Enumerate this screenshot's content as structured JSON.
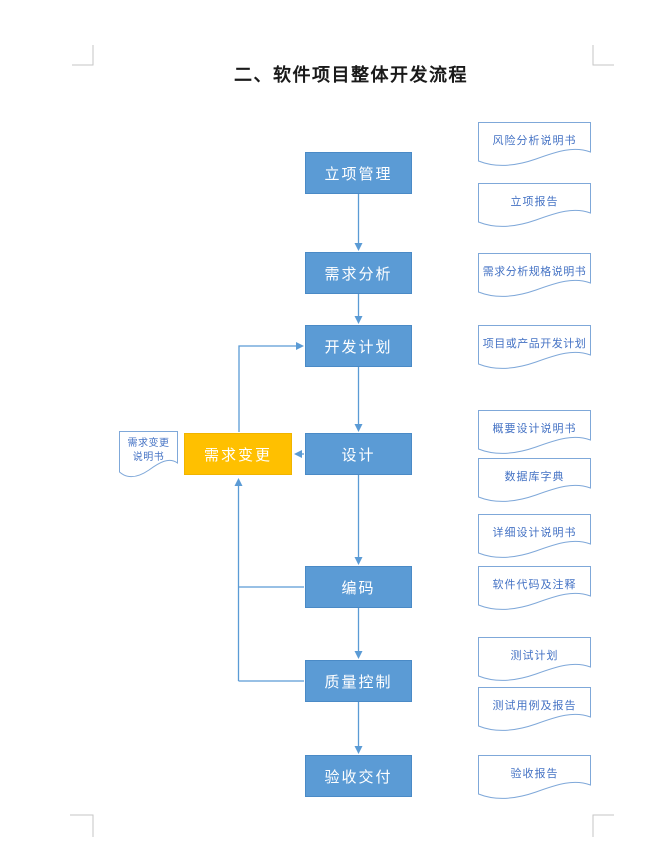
{
  "title": "二、软件项目整体开发流程",
  "flow": {
    "nodes": [
      {
        "label": "立项管理"
      },
      {
        "label": "需求分析"
      },
      {
        "label": "开发计划"
      },
      {
        "label": "设计"
      },
      {
        "label": "编码"
      },
      {
        "label": "质量控制"
      },
      {
        "label": "验收交付"
      }
    ],
    "change_node": {
      "label": "需求变更"
    },
    "left_doc": {
      "line1": "需求变更",
      "line2": "说明书"
    }
  },
  "documents": [
    {
      "label": "风险分析说明书"
    },
    {
      "label": "立项报告"
    },
    {
      "label": "需求分析规格说明书"
    },
    {
      "label": "项目或产品开发计划"
    },
    {
      "label": "概要设计说明书"
    },
    {
      "label": "数据库字典"
    },
    {
      "label": "详细设计说明书"
    },
    {
      "label": "软件代码及注释"
    },
    {
      "label": "测试计划"
    },
    {
      "label": "测试用例及报告"
    },
    {
      "label": "验收报告"
    }
  ],
  "colors": {
    "process_fill": "#5B9BD5",
    "change_fill": "#FFC000",
    "connector": "#5B9BD5",
    "doc_border": "#7FA8D9",
    "doc_text": "#4472C4",
    "crop_mark": "#C6C6C6"
  }
}
